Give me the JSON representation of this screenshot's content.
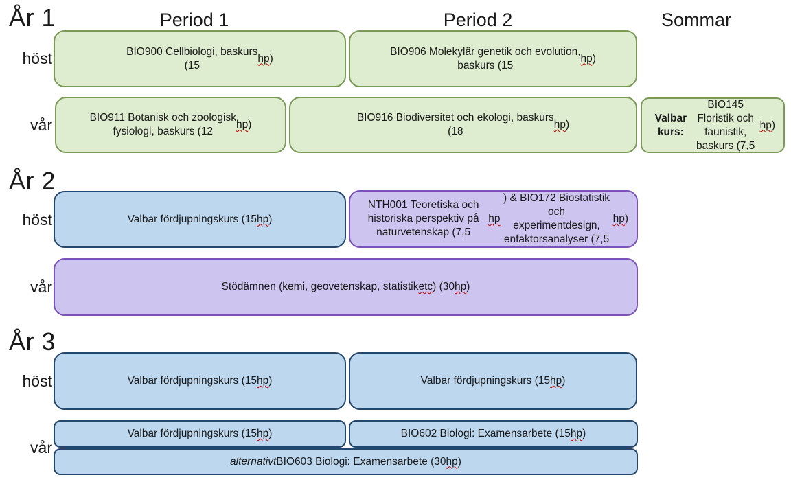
{
  "colors": {
    "green_fill": "#deedd0",
    "green_border": "#7b9a58",
    "blue_fill": "#bdd7ee",
    "blue_border": "#24476b",
    "purple_fill": "#cdc5f0",
    "purple_border": "#7b52b8",
    "text": "#1a1a1a",
    "squiggle": "#c00000"
  },
  "headers": {
    "period1": "Period 1",
    "period2": "Period 2",
    "summer": "Sommar"
  },
  "years": {
    "year1": {
      "label": "År 1",
      "autumn_label": "höst",
      "spring_label": "vår"
    },
    "year2": {
      "label": "År 2",
      "autumn_label": "höst",
      "spring_label": "vår"
    },
    "year3": {
      "label": "År 3",
      "autumn_label": "höst",
      "spring_label": "vår"
    }
  },
  "courses": {
    "bio900": {
      "category": "green",
      "text": "BIO900 Cellbiologi, baskurs\n(15 hp)"
    },
    "bio906": {
      "category": "green",
      "text": "BIO906 Molekylär genetik och evolution,\nbaskurs (15 hp)"
    },
    "bio911": {
      "category": "green",
      "text": "BIO911 Botanisk och zoologisk\nfysiologi, baskurs (12 hp)"
    },
    "bio916": {
      "category": "green",
      "text": "BIO916 Biodiversitet och ekologi, baskurs\n(18 hp)"
    },
    "bio145": {
      "category": "green",
      "bold_prefix": "Valbar kurs:",
      "text": " BIO145\nFloristik och faunistik,\nbaskurs (7,5 hp)"
    },
    "valbar_y2": {
      "category": "blue",
      "text": "Valbar fördjupningskurs (15 hp)"
    },
    "nth001": {
      "category": "purple",
      "text": "NTH001 Teoretiska och historiska perspektiv på\nnaturvetenskap (7,5 hp) & BIO172 Biostatistik och\nexperimentdesign, enfaktorsanalyser (7,5 hp)"
    },
    "stodamnen": {
      "category": "purple",
      "text": "Stödämnen (kemi, geovetenskap, statistik etc) (30 hp)"
    },
    "valbar_y3a": {
      "category": "blue",
      "text": "Valbar fördjupningskurs (15 hp)"
    },
    "valbar_y3b": {
      "category": "blue",
      "text": "Valbar fördjupningskurs (15 hp)"
    },
    "valbar_y3c": {
      "category": "blue",
      "text": "Valbar fördjupningskurs (15 hp)"
    },
    "bio602": {
      "category": "blue",
      "text": "BIO602 Biologi: Examensarbete (15 hp)"
    },
    "bio603": {
      "category": "blue",
      "italic_prefix": "alternativt",
      "text": " BIO603 Biologi: Examensarbete (30 hp)"
    }
  }
}
